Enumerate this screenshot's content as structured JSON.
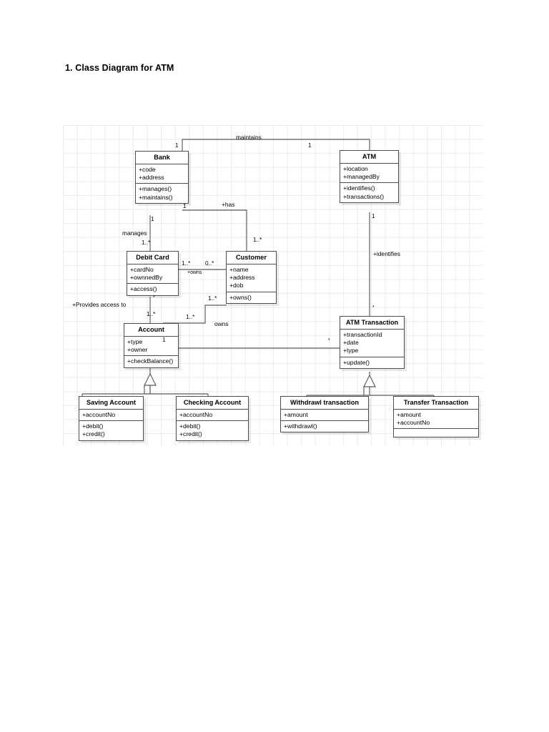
{
  "document": {
    "title": "1. Class Diagram for ATM"
  },
  "diagram": {
    "type": "uml-class-diagram",
    "classes": [
      {
        "id": "bank",
        "name": "Bank",
        "attributes": [
          "+code",
          "+address"
        ],
        "operations": [
          "+manages()",
          "+maintains()"
        ]
      },
      {
        "id": "atm",
        "name": "ATM",
        "attributes": [
          "+location",
          "+managedBy"
        ],
        "operations": [
          "+identifies()",
          "+transactions()"
        ]
      },
      {
        "id": "debit-card",
        "name": "Debit Card",
        "attributes": [
          "+cardNo",
          "+ownnedBy"
        ],
        "operations": [
          "+access()"
        ]
      },
      {
        "id": "customer",
        "name": "Customer",
        "attributes": [
          "+name",
          "+address",
          "+dob"
        ],
        "operations": [
          "+owns()"
        ]
      },
      {
        "id": "account",
        "name": "Account",
        "attributes": [
          "+type",
          "+owner"
        ],
        "operations": [
          "+checkBalance()"
        ]
      },
      {
        "id": "atm-transaction",
        "name": "ATM Transaction",
        "attributes": [
          "+transactionId",
          "+date",
          "+type"
        ],
        "operations": [
          "+update()"
        ]
      },
      {
        "id": "saving-account",
        "name": "Saving Account",
        "attributes": [
          "+accountNo"
        ],
        "operations": [
          "+debit()",
          "+credit()"
        ]
      },
      {
        "id": "checking-account",
        "name": "Checking Account",
        "attributes": [
          "+accountNo"
        ],
        "operations": [
          "+debit()",
          "+credit()"
        ]
      },
      {
        "id": "withdrawl-transaction",
        "name": "Withdrawl transaction",
        "attributes": [
          "+amount"
        ],
        "operations": [
          "+withdrawl()"
        ]
      },
      {
        "id": "transfer-transaction",
        "name": "Transfer Transaction",
        "attributes": [
          "+amount",
          "+accountNo"
        ],
        "operations": []
      }
    ],
    "associations": [
      {
        "id": "maintains",
        "label": "maintains",
        "from": "bank",
        "to": "atm",
        "from_multiplicity": "1",
        "to_multiplicity": "1"
      },
      {
        "id": "manages",
        "label": "manages",
        "from": "bank",
        "to": "debit-card",
        "from_multiplicity": "1",
        "to_multiplicity": "1..*"
      },
      {
        "id": "has",
        "label": "+has",
        "from": "bank",
        "to": "customer",
        "from_multiplicity": "1",
        "to_multiplicity": "1..*"
      },
      {
        "id": "card-owns",
        "label": "+owns",
        "from": "debit-card",
        "to": "customer",
        "from_multiplicity": "1..*",
        "to_multiplicity": "0..*"
      },
      {
        "id": "provides-access-to",
        "label": "+Provides access to",
        "from": "debit-card",
        "to": "account",
        "from_multiplicity": "*",
        "to_multiplicity": "1..*"
      },
      {
        "id": "customer-owns-account",
        "label": "owns",
        "from": "customer",
        "to": "account",
        "from_multiplicity": "1..*",
        "to_multiplicity": "1..*"
      },
      {
        "id": "identifies",
        "label": "+identifies",
        "from": "atm",
        "to": "atm-transaction",
        "from_multiplicity": "1",
        "to_multiplicity": "*"
      },
      {
        "id": "transaction-account",
        "label": "",
        "from": "atm-transaction",
        "to": "account",
        "from_multiplicity": "*",
        "to_multiplicity": "1"
      }
    ],
    "generalizations": [
      {
        "id": "account-gen",
        "parent": "account",
        "children": [
          "saving-account",
          "checking-account"
        ]
      },
      {
        "id": "transaction-gen",
        "parent": "atm-transaction",
        "children": [
          "withdrawl-transaction",
          "transfer-transaction"
        ]
      }
    ],
    "colors": {
      "box_border": "#4d4d4d",
      "box_fill": "#ffffff",
      "line": "#5a5a5a",
      "grid": "#ececed",
      "text": "#000000"
    }
  }
}
